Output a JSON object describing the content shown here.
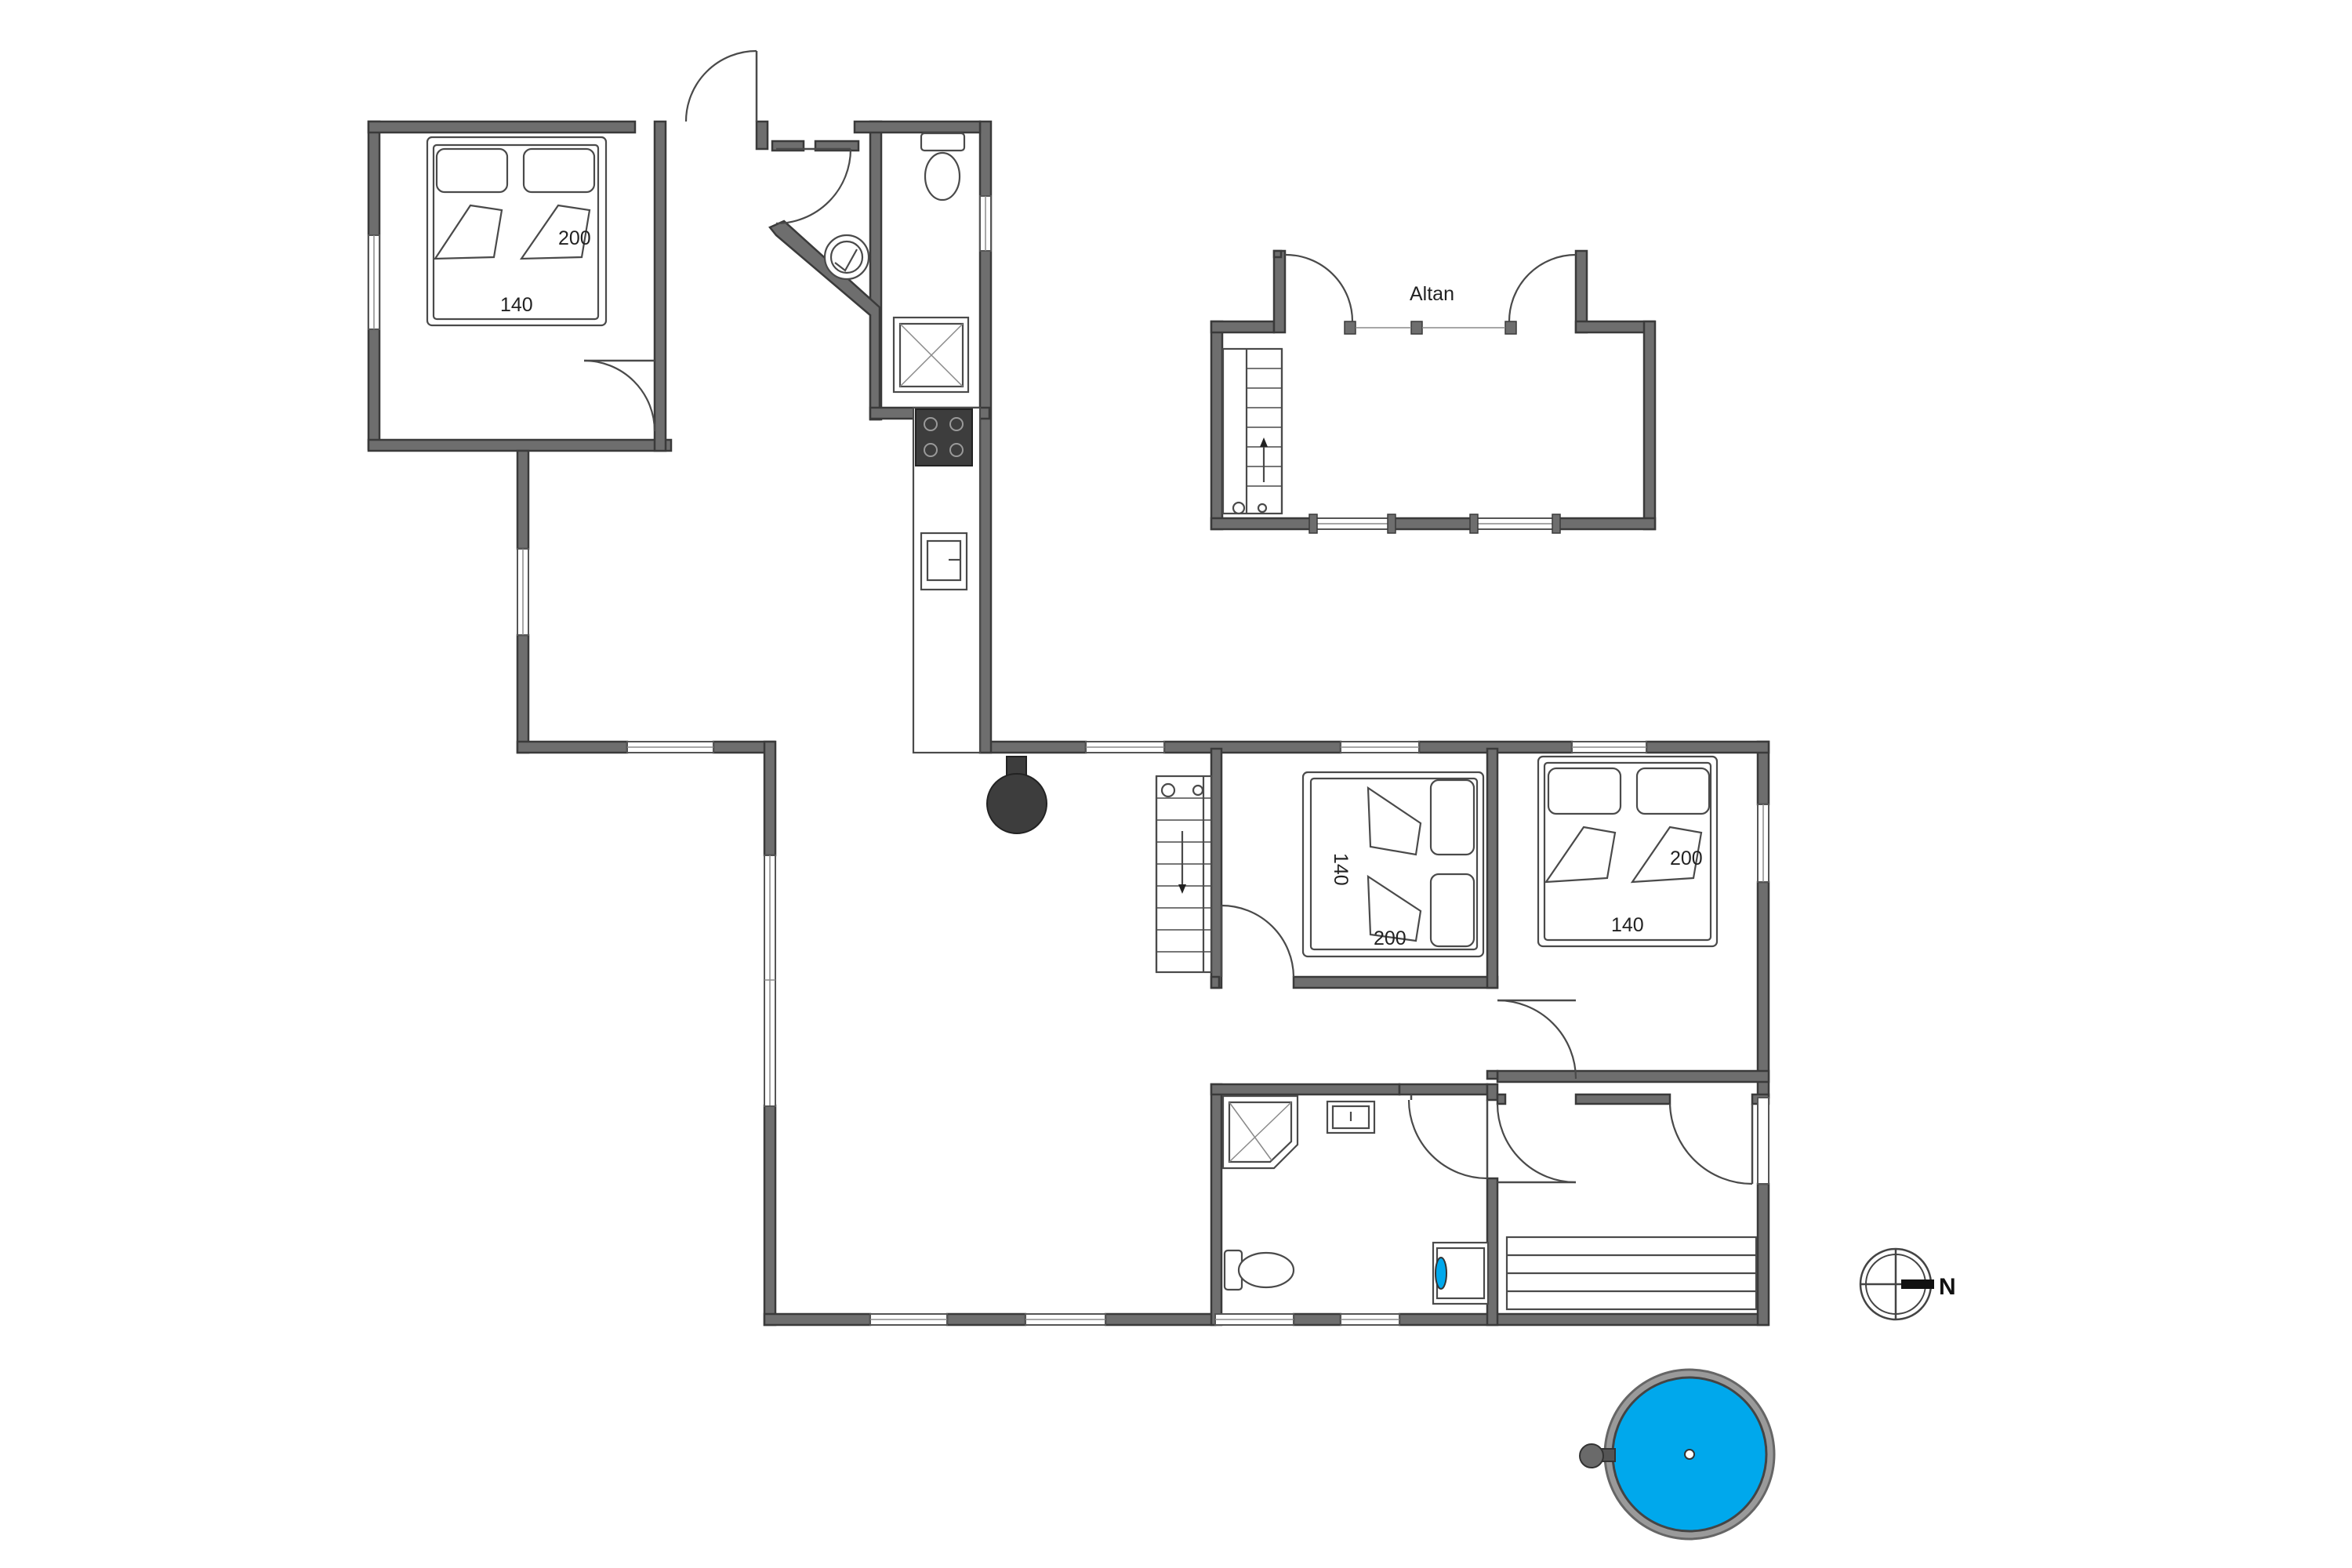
{
  "labels": {
    "altan": "Altan",
    "bed1_length": "200",
    "bed1_width": "140",
    "bed2_length": "200",
    "bed2_width": "140",
    "bed3_length": "200",
    "bed3_width": "140",
    "north": "N"
  },
  "colors": {
    "wall": "#6e6e6e",
    "pool_water": "#00a8ec",
    "pool_rim": "#9a9a9a",
    "stove": "#3d3d3d",
    "counter": "#eeeeee"
  },
  "icons": {
    "compass": "compass-icon",
    "stove": "wood-stove-icon",
    "toilet": "toilet-icon",
    "shower": "shower-icon",
    "sink": "sink-icon",
    "hob": "hob-icon",
    "washer": "washing-machine-icon",
    "pool": "hot-tub-icon"
  }
}
